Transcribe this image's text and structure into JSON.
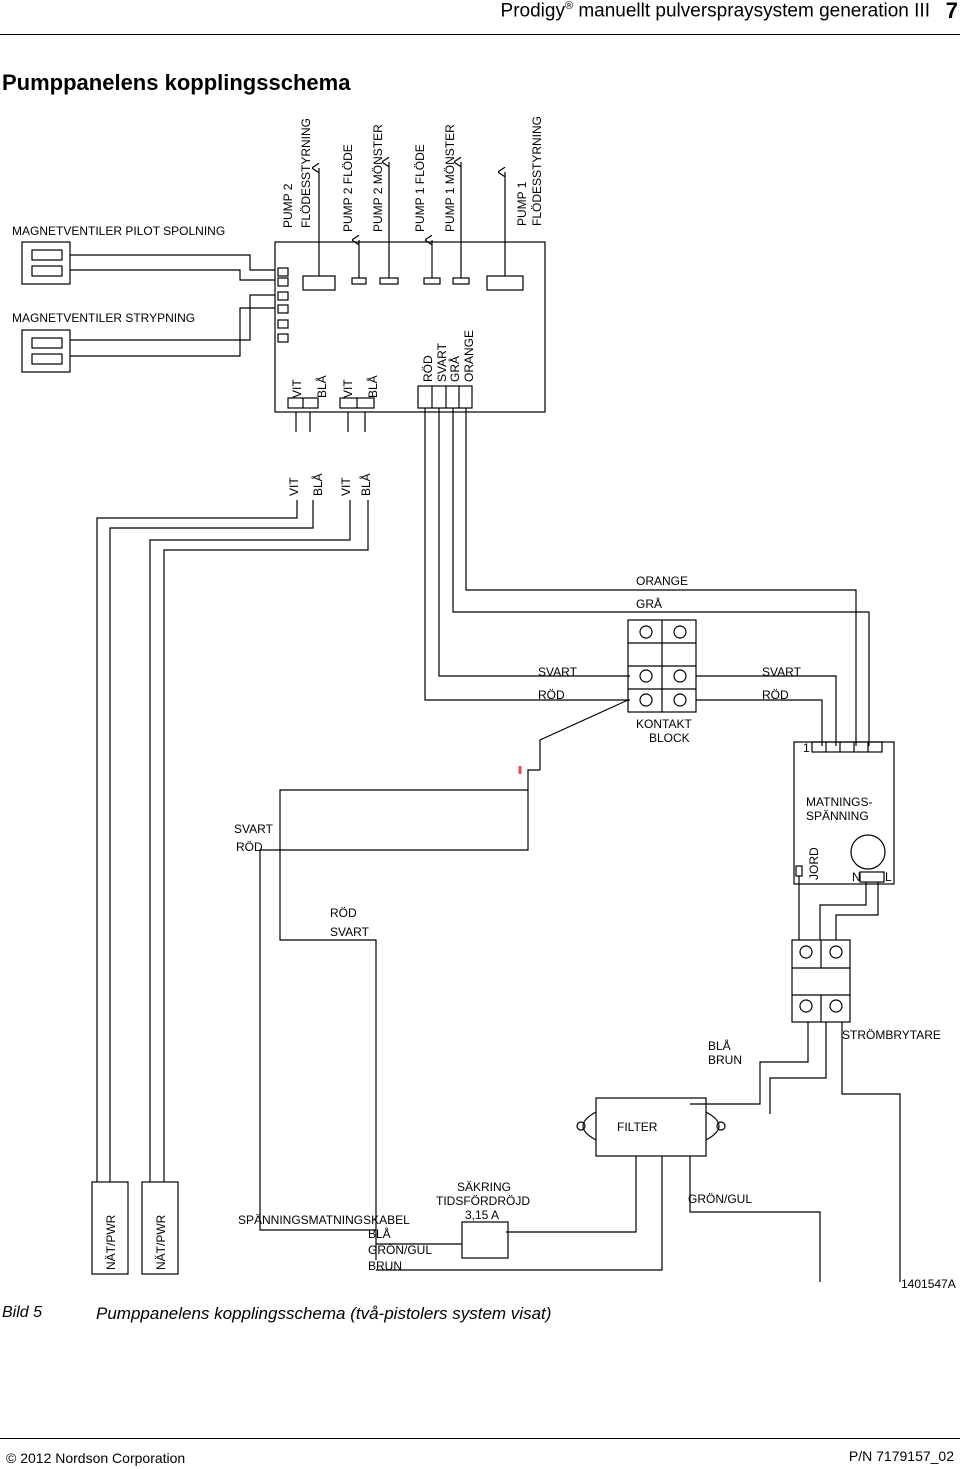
{
  "header": {
    "brand": "Prodigy",
    "registered_mark": "®",
    "title_rest": " manuellt pulverspraysystem generation III",
    "page_number": "7"
  },
  "section_title": "Pumppanelens kopplingsschema",
  "diagram": {
    "solenoid_purge": "MAGNETVENTILER PILOT SPOLNING",
    "solenoid_strip": "MAGNETVENTILER STRYPNING",
    "pump2_flow_control_1": "PUMP 2",
    "pump2_flow_control_2": "FLÖDESSTYRNING",
    "pump2_flow": "PUMP 2 FLÖDE",
    "pump2_pattern": "PUMP 2 MÖNSTER",
    "pump1_flow": "PUMP 1 FLÖDE",
    "pump1_pattern": "PUMP 1 MÖNSTER",
    "pump1_flow_control_1": "PUMP 1",
    "pump1_flow_control_2": "FLÖDESSTYRNING",
    "wire_vit": "VIT",
    "wire_bla": "BLÅ",
    "wire_rod": "RÖD",
    "wire_svart": "SVART",
    "wire_gra": "GRÅ",
    "wire_orange": "ORANGE",
    "wire_brun": "BRUN",
    "wire_gron_gul": "GRÖN/GUL",
    "contact_block_1": "KONTAKT",
    "contact_block_2": "BLOCK",
    "terminal_1": "1",
    "supply_voltage_1": "MATNINGS-",
    "supply_voltage_2": "SPÄNNING",
    "ground": "JORD",
    "neutral": "N",
    "line": "L",
    "switch": "STRÖMBRYTARE",
    "filter": "FILTER",
    "fuse_1": "SÄKRING",
    "fuse_2": "TIDSFÖRDRÖJD",
    "fuse_3": "3,15 A",
    "mains_pwr": "NÄT/PWR",
    "power_cable": "SPÄNNINGSMATNINGSKABEL",
    "drawing_number": "1401547A"
  },
  "figure": {
    "label": "Bild 5",
    "caption": "Pumppanelens kopplingsschema (två-pistolers system visat)"
  },
  "footer": {
    "copyright_symbol": "©",
    "copyright": " 2012 Nordson Corporation",
    "part_number": "P/N 7179157_02"
  }
}
